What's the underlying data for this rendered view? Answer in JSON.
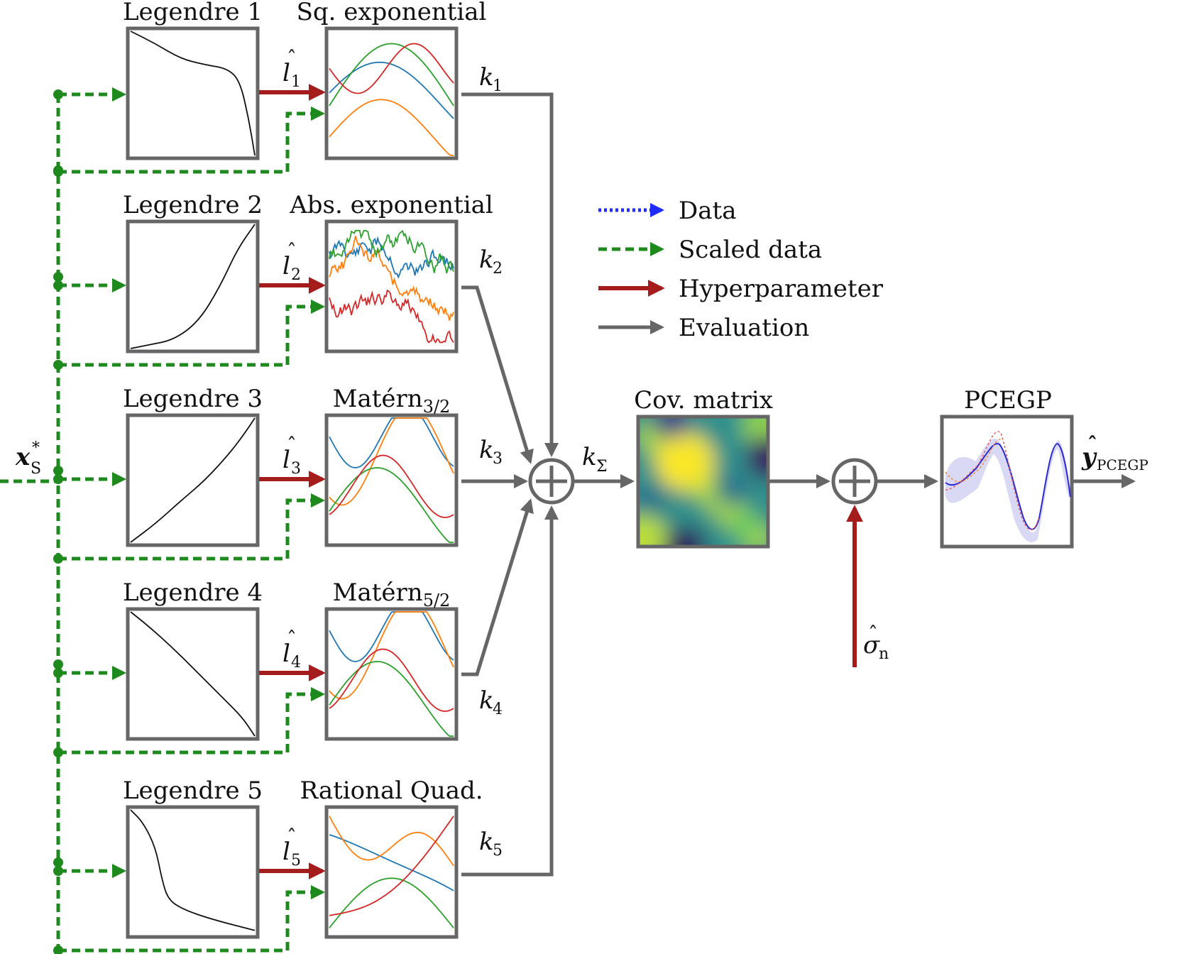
{
  "inputs": {
    "x_symbol": "x",
    "x_star": "*",
    "x_sub": "S"
  },
  "legendre": [
    {
      "label": "Legendre 1"
    },
    {
      "label": "Legendre 2"
    },
    {
      "label": "Legendre 3"
    },
    {
      "label": "Legendre 4"
    },
    {
      "label": "Legendre 5"
    }
  ],
  "kernels": [
    {
      "title": "Sq. exponential",
      "title_sub": ""
    },
    {
      "title": "Abs. exponential",
      "title_sub": ""
    },
    {
      "title": "Matérn",
      "title_sub": "3/2"
    },
    {
      "title": "Matérn",
      "title_sub": "5/2"
    },
    {
      "title": "Rational Quad."
    }
  ],
  "hyper_labels": [
    {
      "sym": "l",
      "sub": "1"
    },
    {
      "sym": "l",
      "sub": "2"
    },
    {
      "sym": "l",
      "sub": "3"
    },
    {
      "sym": "l",
      "sub": "4"
    },
    {
      "sym": "l",
      "sub": "5"
    }
  ],
  "kernel_outputs": [
    {
      "sym": "k",
      "sub": "1"
    },
    {
      "sym": "k",
      "sub": "2"
    },
    {
      "sym": "k",
      "sub": "3"
    },
    {
      "sym": "k",
      "sub": "4"
    },
    {
      "sym": "k",
      "sub": "5"
    }
  ],
  "sum_label": {
    "sym": "k",
    "sub": "Σ"
  },
  "cov_matrix": {
    "title": "Cov. matrix"
  },
  "noise": {
    "sym": "σ",
    "sub": "n"
  },
  "output_model": {
    "title": "PCEGP"
  },
  "output_label": {
    "sym": "y",
    "sub": "PCEGP"
  },
  "legend": {
    "items": [
      {
        "label": "Data",
        "style": "dotted",
        "color": "#1f2bff"
      },
      {
        "label": "Scaled data",
        "style": "dashed",
        "color": "#1e8a1e"
      },
      {
        "label": "Hyperparameter",
        "style": "solid",
        "color": "#a51c1c"
      },
      {
        "label": "Evaluation",
        "style": "solid",
        "color": "#666666"
      }
    ]
  },
  "colors": {
    "box_stroke": "#666666",
    "scaled": "#1e8a1e",
    "hyper": "#a51c1c",
    "data": "#1f2bff",
    "sample_curves": [
      "#1f77b4",
      "#ff7f0e",
      "#2ca02c",
      "#d62728"
    ]
  }
}
